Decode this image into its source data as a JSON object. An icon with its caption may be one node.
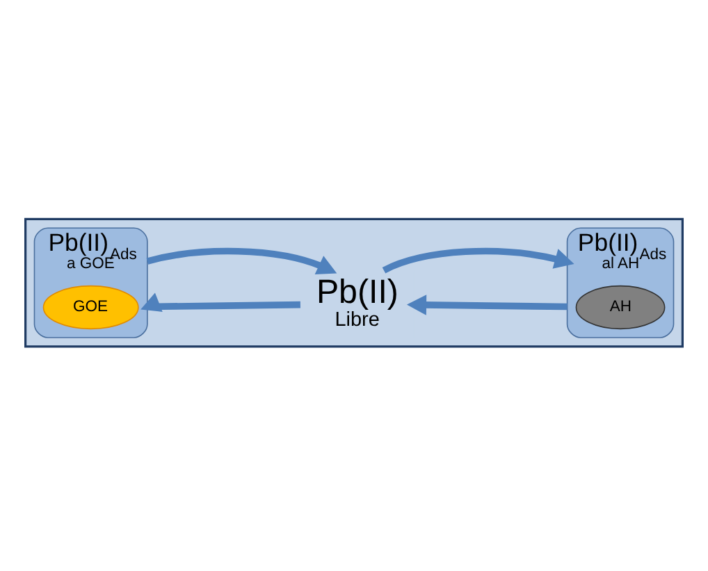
{
  "diagram": {
    "nodes": [
      {
        "text": [],
        "shape": "box"
      },
      {
        "text": [
          "Pb(II)",
          "Libre"
        ],
        "in": 0
      },
      {
        "text": [
          "Pb(II)$_{Ads}$",
          "a GOE"
        ],
        "in": 0
      },
      {
        "text": [
          "GOE"
        ],
        "in": 2
      },
      {
        "text": [
          "Pb(II)$_{Ads}$",
          "al AH"
        ],
        "in": 0
      },
      {
        "text": [
          "AH"
        ],
        "in": 4
      }
    ],
    "edges": [
      {
        "from": 1,
        "to": 2,
        "arrow": "to"
      },
      {
        "from": 2,
        "to": 1,
        "arrow": "to"
      },
      {
        "from": 4,
        "to": 1,
        "arrow": "to"
      },
      {
        "from": 1,
        "to": 4,
        "arrow": "to"
      }
    ]
  }
}
